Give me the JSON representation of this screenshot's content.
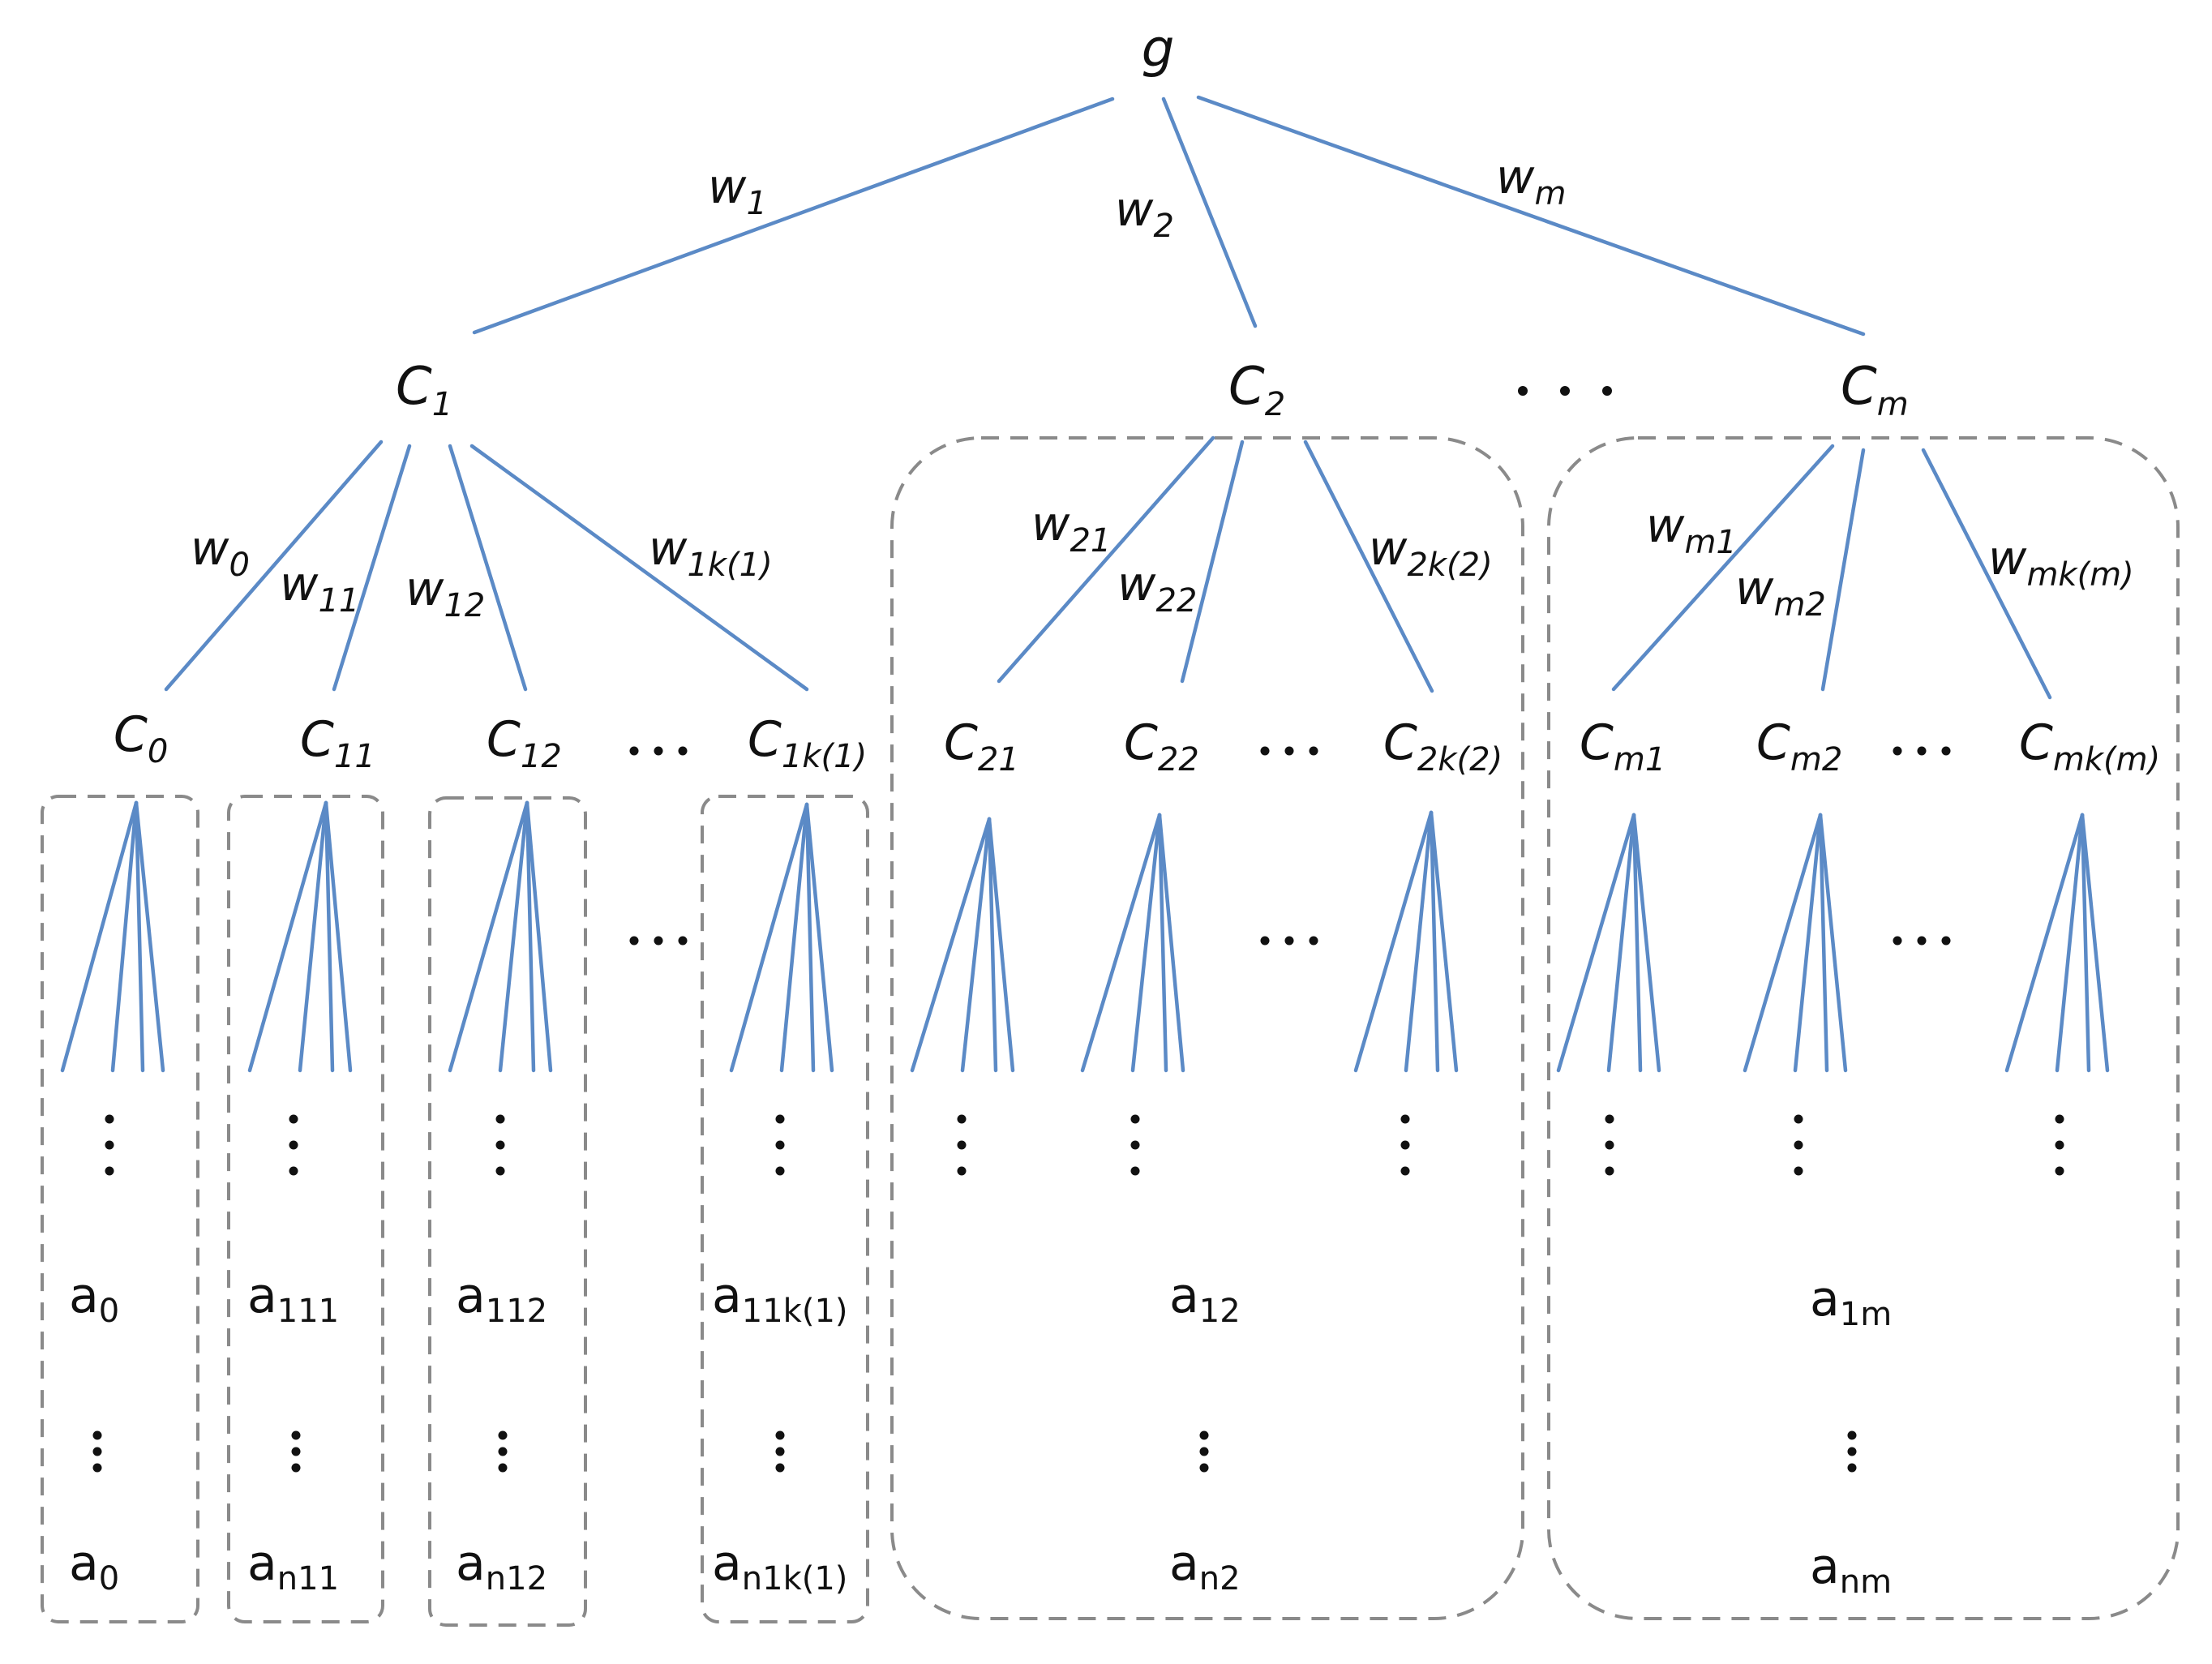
{
  "colors": {
    "edge": "#5b8ac6",
    "box": "#8a8a8a",
    "text": "#111111"
  },
  "root": {
    "main": "g",
    "sub": ""
  },
  "top_weights": [
    {
      "main": "w",
      "sub": "1"
    },
    {
      "main": "w",
      "sub": "2"
    },
    {
      "main": "w",
      "sub": "m"
    }
  ],
  "criteria": [
    {
      "main": "C",
      "sub": "1"
    },
    {
      "main": "C",
      "sub": "2"
    },
    {
      "main": "C",
      "sub": "m"
    }
  ],
  "c1_weights": [
    {
      "main": "w",
      "sub": "0"
    },
    {
      "main": "w",
      "sub": "11"
    },
    {
      "main": "w",
      "sub": "12"
    },
    {
      "main": "w",
      "sub": "1k(1)"
    }
  ],
  "c2_weights": [
    {
      "main": "w",
      "sub": "21"
    },
    {
      "main": "w",
      "sub": "22"
    },
    {
      "main": "w",
      "sub": "2k(2)"
    }
  ],
  "cm_weights": [
    {
      "main": "w",
      "sub": "m1"
    },
    {
      "main": "w",
      "sub": "m2"
    },
    {
      "main": "w",
      "sub": "mk(m)"
    }
  ],
  "c1_subcriteria": [
    {
      "main": "C",
      "sub": "0"
    },
    {
      "main": "C",
      "sub": "11"
    },
    {
      "main": "C",
      "sub": "12"
    },
    {
      "main": "C",
      "sub": "1k(1)"
    }
  ],
  "c2_subcriteria": [
    {
      "main": "C",
      "sub": "21"
    },
    {
      "main": "C",
      "sub": "22"
    },
    {
      "main": "C",
      "sub": "2k(2)"
    }
  ],
  "cm_subcriteria": [
    {
      "main": "C",
      "sub": "m1"
    },
    {
      "main": "C",
      "sub": "m2"
    },
    {
      "main": "C",
      "sub": "mk(m)"
    }
  ],
  "alt_first": [
    {
      "main": "a",
      "sub": "0"
    },
    {
      "main": "a",
      "sub": "111"
    },
    {
      "main": "a",
      "sub": "112"
    },
    {
      "main": "a",
      "sub": "11k(1)"
    },
    {
      "main": "a",
      "sub": "12"
    },
    {
      "main": "a",
      "sub": "1m"
    }
  ],
  "alt_last": [
    {
      "main": "a",
      "sub": "0"
    },
    {
      "main": "a",
      "sub": "n11"
    },
    {
      "main": "a",
      "sub": "n12"
    },
    {
      "main": "a",
      "sub": "n1k(1)"
    },
    {
      "main": "a",
      "sub": "n2"
    },
    {
      "main": "a",
      "sub": "nm"
    }
  ]
}
